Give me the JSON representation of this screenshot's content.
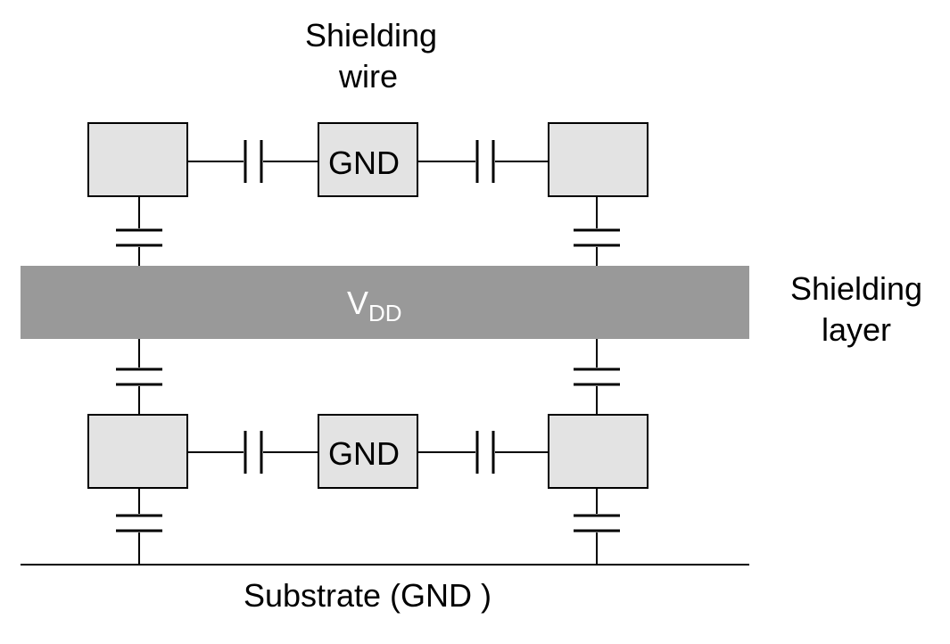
{
  "title": {
    "line1": "Shielding",
    "line2": "wire"
  },
  "shield_layer": {
    "label_main": "V",
    "label_sub": "DD",
    "color": "#999999"
  },
  "side_label": {
    "line1": "Shielding",
    "line2": "layer"
  },
  "top_row": {
    "center_label": "GND"
  },
  "bottom_row": {
    "center_label": "GND"
  },
  "substrate_label": "Substrate (GND )",
  "colors": {
    "box_fill": "#e3e3e3",
    "line": "#000000"
  }
}
